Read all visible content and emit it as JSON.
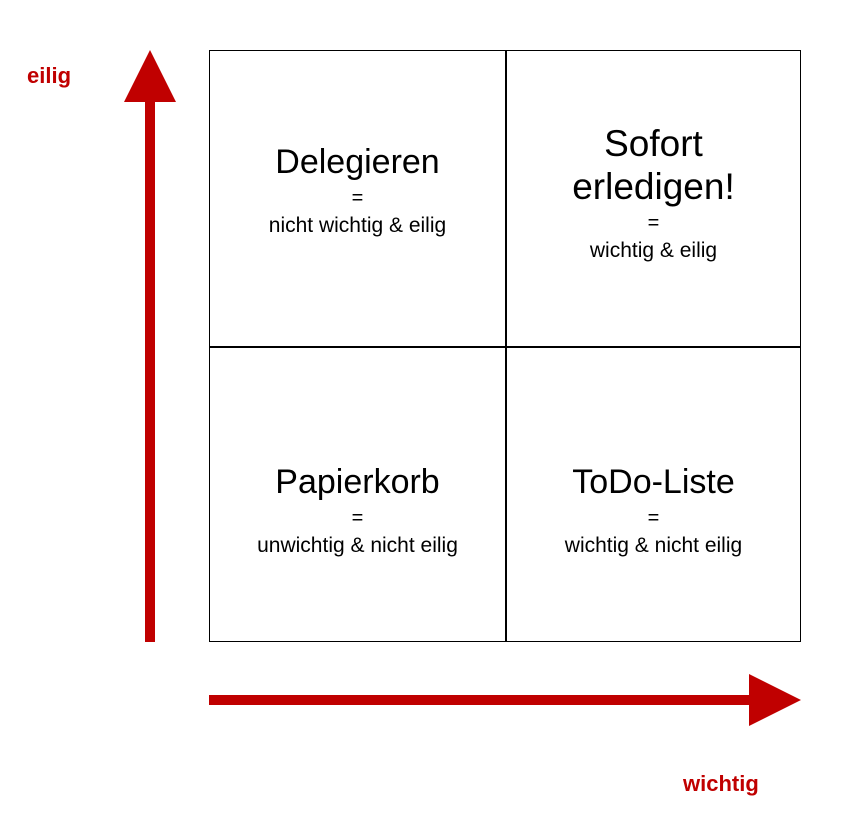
{
  "colors": {
    "accent": "#c00000",
    "text": "#000000",
    "grid": "#000000",
    "background": "#ffffff"
  },
  "axes": {
    "y_label": "eilig",
    "x_label": "wichtig"
  },
  "quadrants": {
    "top_left": {
      "title": "Delegieren",
      "equals": "=",
      "description": "nicht wichtig & eilig"
    },
    "top_right": {
      "title": "Sofort\nerledigen!",
      "equals": "=",
      "description": "wichtig & eilig"
    },
    "bottom_left": {
      "title": "Papierkorb",
      "equals": "=",
      "description": "unwichtig & nicht eilig"
    },
    "bottom_right": {
      "title": "ToDo-Liste",
      "equals": "=",
      "description": "wichtig & nicht eilig"
    }
  }
}
